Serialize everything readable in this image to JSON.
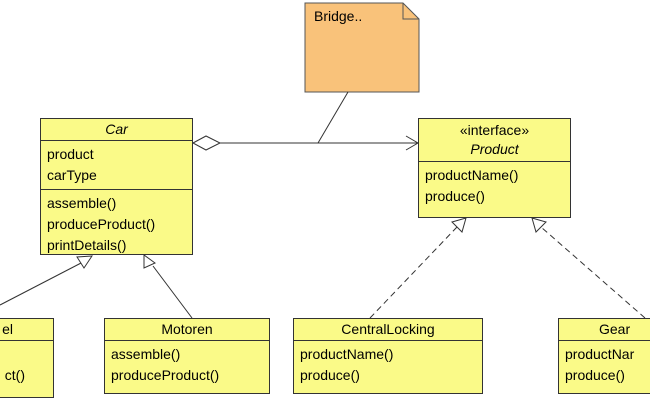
{
  "note": {
    "text": "Bridge.."
  },
  "classes": {
    "car": {
      "name": "Car",
      "attributes": [
        "product",
        "carType"
      ],
      "operations": [
        "assemble()",
        "produceProduct()",
        "printDetails()"
      ]
    },
    "product": {
      "stereotype": "«interface»",
      "name": "Product",
      "operations": [
        "productName()",
        "produce()"
      ]
    },
    "left_partial": {
      "name": "el",
      "operations": [
        "ct()"
      ]
    },
    "motoren": {
      "name": "Motoren",
      "operations": [
        "assemble()",
        "produceProduct()"
      ]
    },
    "central_locking": {
      "name": "CentralLocking",
      "operations": [
        "productName()",
        "produce()"
      ]
    },
    "gear": {
      "name": "Gear",
      "operations": [
        "productNar",
        "produce()"
      ]
    }
  },
  "colors": {
    "class_fill": "#fafa88",
    "note_fill": "#f9c27a",
    "stroke": "#333333"
  }
}
